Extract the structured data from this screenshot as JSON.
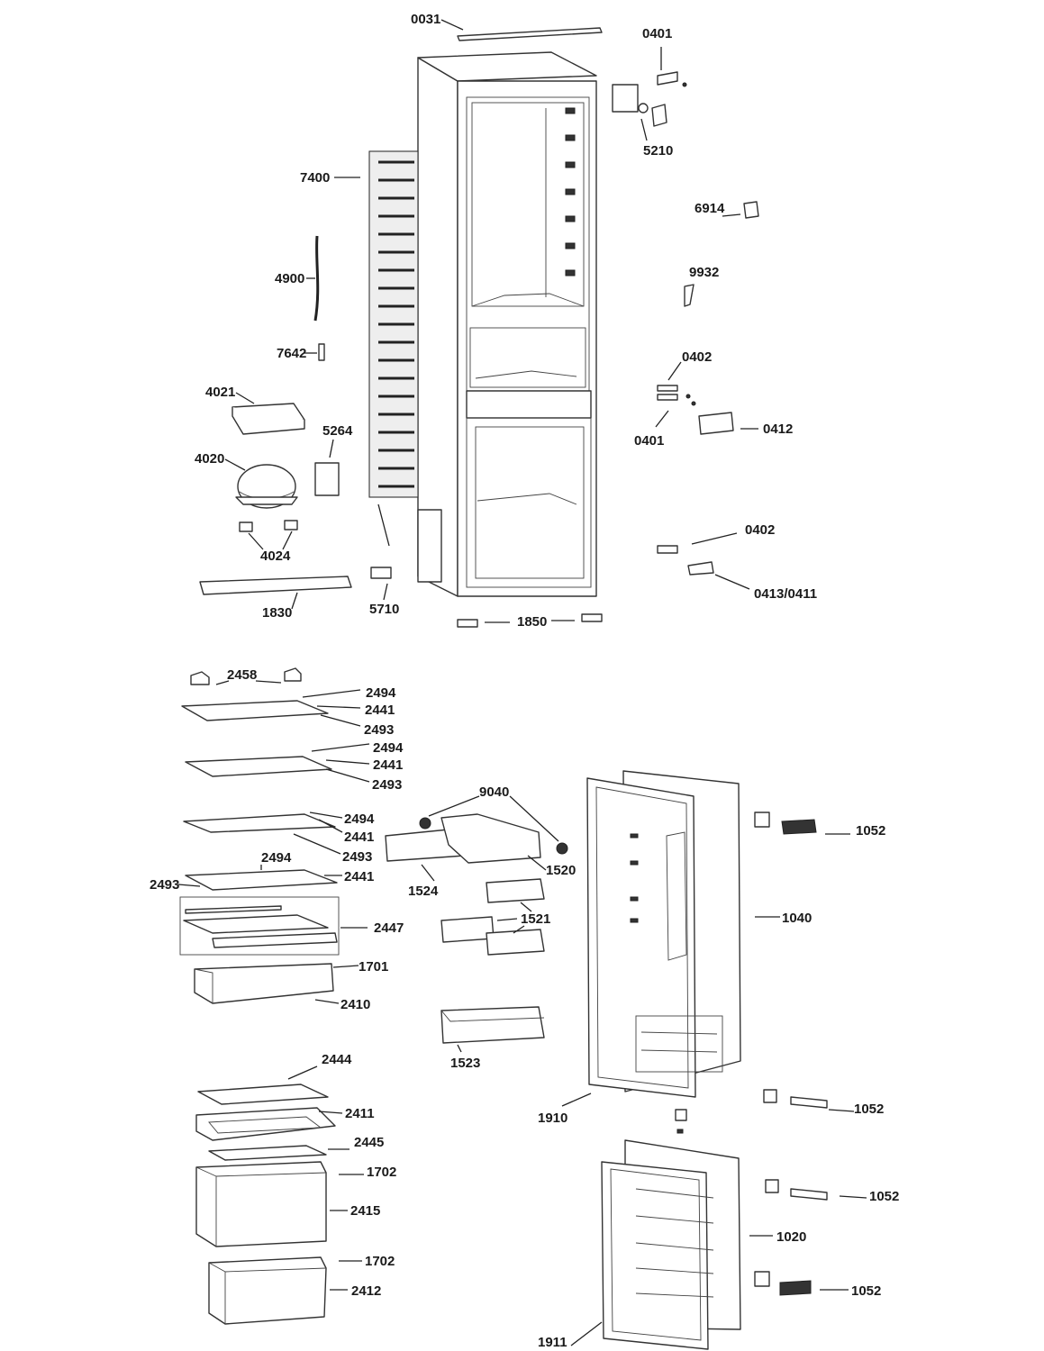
{
  "labels": {
    "l0031": "0031",
    "l0401a": "0401",
    "l5210": "5210",
    "l7400": "7400",
    "l6914": "6914",
    "l9932": "9932",
    "l4900": "4900",
    "l7642": "7642",
    "l0402a": "0402",
    "l4021": "4021",
    "l0412": "0412",
    "l0401b": "0401",
    "l5264": "5264",
    "l4020": "4020",
    "l0402b": "0402",
    "l4024": "4024",
    "l0413": "0413/0411",
    "l1830": "1830",
    "l5710": "5710",
    "l1850": "1850",
    "l2458": "2458",
    "l2494a": "2494",
    "l2441a": "2441",
    "l2493a": "2493",
    "l2494b": "2494",
    "l2441b": "2441",
    "l2493b": "2493",
    "l9040": "9040",
    "l2494c": "2494",
    "l2441c": "2441",
    "l1052a": "1052",
    "l2493c": "2493",
    "l1520": "1520",
    "l2494d": "2494",
    "l2441d": "2441",
    "l2493d": "2493",
    "l1524": "1524",
    "l1521": "1521",
    "l1040": "1040",
    "l2447": "2447",
    "l1701": "1701",
    "l2410": "2410",
    "l1523": "1523",
    "l2444": "2444",
    "l2411": "2411",
    "l1052b": "1052",
    "l1910": "1910",
    "l2445": "2445",
    "l1702a": "1702",
    "l1052c": "1052",
    "l2415": "2415",
    "l1020": "1020",
    "l1702b": "1702",
    "l2412": "2412",
    "l1052d": "1052",
    "l1911": "1911"
  },
  "icons": {
    "cabinet": "refrigerator-cabinet-icon",
    "condenser": "condenser-coil-icon",
    "compressor": "compressor-icon",
    "door": "door-icon",
    "shelf": "glass-shelf-icon",
    "drawer": "crisper-drawer-icon",
    "balcony": "door-balcony-icon",
    "hinge": "hinge-icon"
  },
  "colors": {
    "line": "#222222",
    "fill": "#ffffff",
    "shade": "#eeeeee"
  }
}
